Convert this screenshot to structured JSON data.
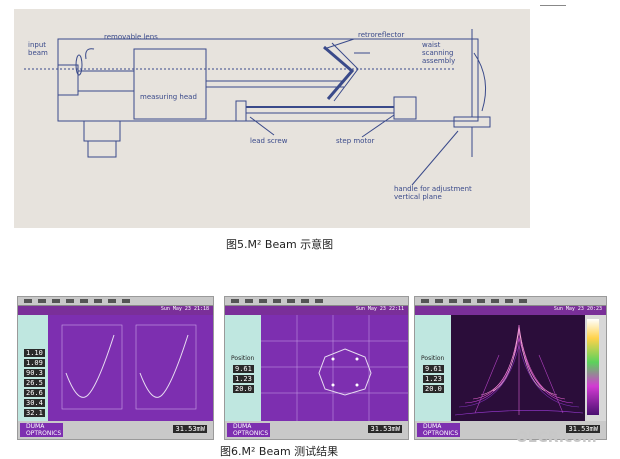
{
  "figure1": {
    "labels": {
      "input_beam_1": "input",
      "input_beam_2": "beam",
      "removable_lens": "removable lens",
      "retroreflector": "retroreflector",
      "waist_1": "waist",
      "waist_2": "scanning",
      "waist_3": "assembly",
      "measuring_head": "measuring head",
      "lead_screw": "lead screw",
      "step_motor": "step motor",
      "handle_1": "handle for adjustment",
      "handle_2": "vertical plane"
    },
    "caption": "图5.M² Beam 示意图"
  },
  "figure2": {
    "caption": "图6.M² Beam 测试结果",
    "brand_1": "DUMA",
    "brand_2": "OPTRONICS",
    "readout": "31.53mW",
    "panel_title_1": "Sun May 23 21:18",
    "panel_title_2": "Sun May 23 22:11",
    "panel_title_3": "Sun May 23 20:23",
    "readout_values": [
      "1.10",
      "1.09",
      "90.3",
      "26.5",
      "26.6",
      "30.4",
      "32.1"
    ],
    "position_label": "Position",
    "position_values": [
      "9.61",
      "1.23",
      "20.0"
    ],
    "watermark": "OECR.com"
  },
  "colors": {
    "sketch_bg": "#e7e3dd",
    "sketch_line": "#3a4a8a",
    "screen_purple": "#7d2fb0",
    "panel_bg": "#bfe7e0"
  }
}
